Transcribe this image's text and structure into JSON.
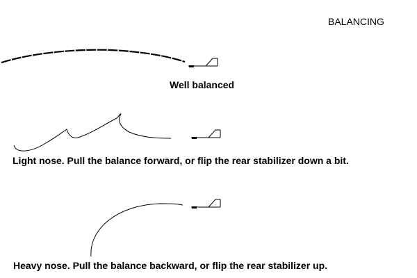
{
  "title": "BALANCING",
  "scenarios": [
    {
      "caption": "Well balanced"
    },
    {
      "caption": "Light nose. Pull the balance forward, or flip the rear stabilizer down a bit."
    },
    {
      "caption": "Heavy nose. Pull the balance backward, or flip the rear stabilizer up."
    }
  ],
  "colors": {
    "ink": "#000000",
    "background": "#ffffff"
  }
}
